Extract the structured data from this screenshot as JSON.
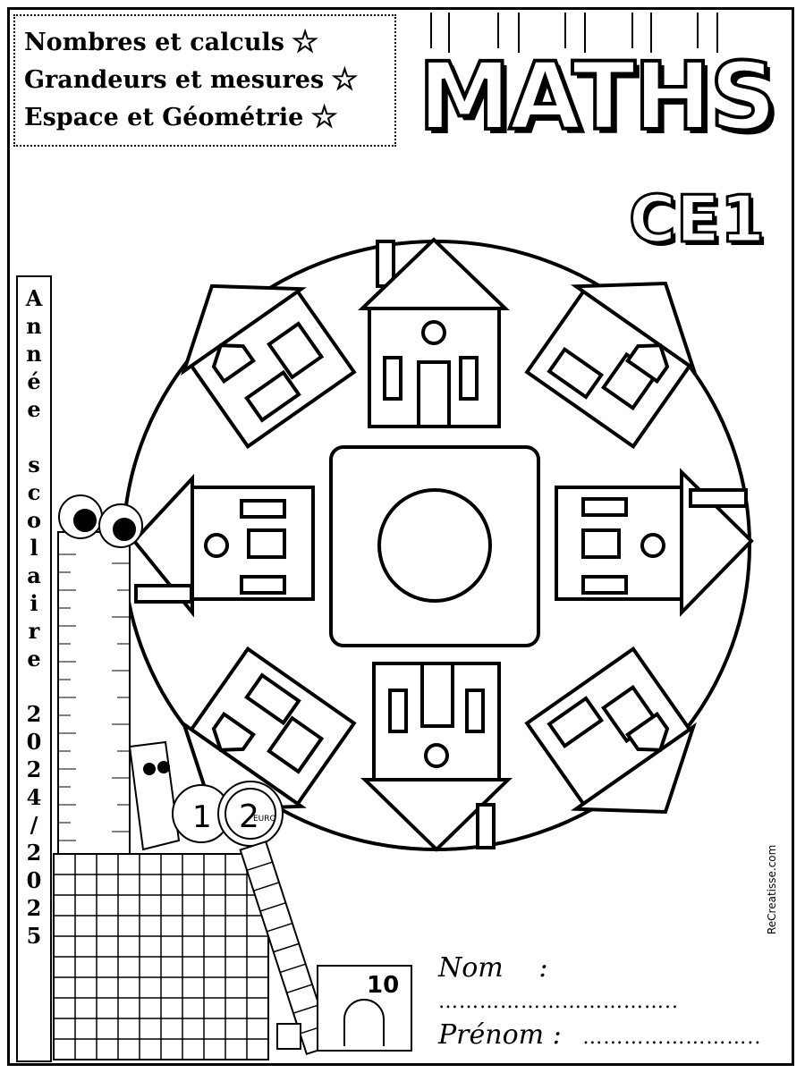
{
  "subjects": [
    {
      "label": "Nombres et calculs",
      "star": "☆"
    },
    {
      "label": "Grandeurs et mesures",
      "star": "☆"
    },
    {
      "label": "Espace et Géométrie",
      "star": "☆"
    }
  ],
  "title": "MATHS",
  "level": "CE1",
  "year_label": {
    "letters_annee": [
      "A",
      "n",
      "n",
      "é",
      "e"
    ],
    "letters_scolaire": [
      "s",
      "c",
      "o",
      "l",
      "a",
      "i",
      "r",
      "e"
    ],
    "letters_years": [
      "2",
      "0",
      "2",
      "4",
      "/",
      "2",
      "0",
      "2",
      "5"
    ]
  },
  "fields": {
    "name_label": "Nom",
    "name_separator": ":",
    "name_dots": "……………………………..",
    "firstname_label": "Prénom",
    "firstname_separator": ":",
    "firstname_dots": "…………………….."
  },
  "site": "ReCreatisse.com",
  "decor": {
    "coin1": "1",
    "coin2": "2",
    "coin_text": "EURO",
    "note_value": "10"
  }
}
